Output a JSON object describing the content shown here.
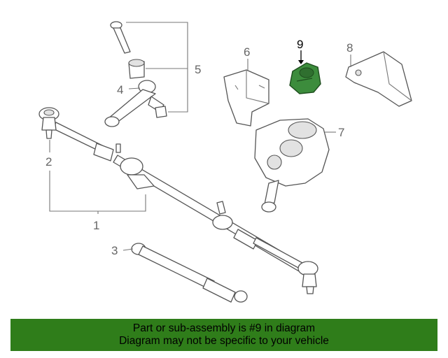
{
  "callouts": {
    "c1": "1",
    "c2": "2",
    "c3": "3",
    "c4": "4",
    "c5": "5",
    "c6": "6",
    "c7": "7",
    "c8": "8",
    "c9": "9"
  },
  "colors": {
    "highlight_part": "#3c8c3c",
    "footer_bg": "#2f7d1a",
    "line_art": "#555555"
  },
  "footer": {
    "line1": "Part or sub-assembly is #9 in diagram",
    "line2": "Diagram may not be specific to your vehicle"
  }
}
